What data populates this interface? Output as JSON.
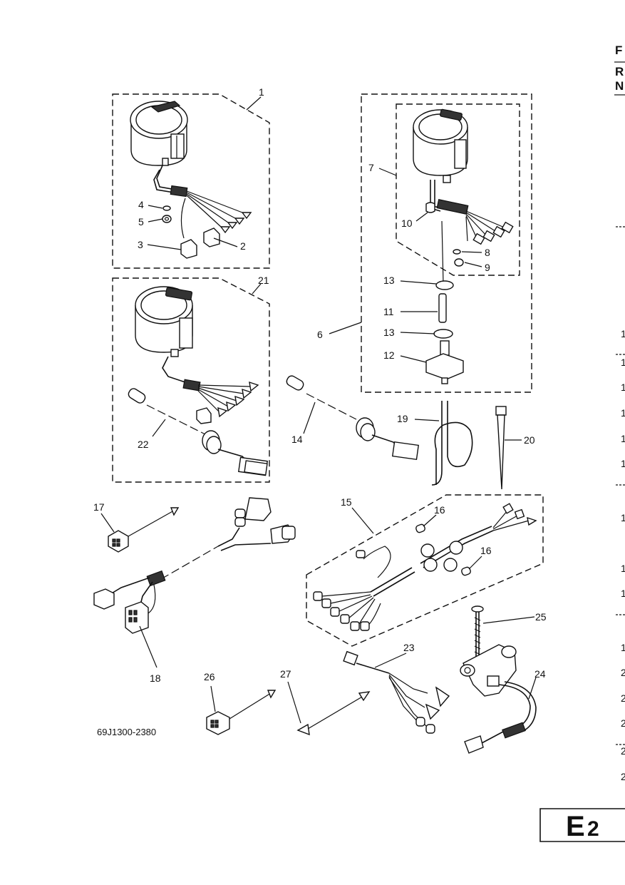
{
  "header": {
    "letters": [
      "F",
      "R",
      "N"
    ]
  },
  "callouts": [
    {
      "id": "c1",
      "text": "1"
    },
    {
      "id": "c2",
      "text": "2"
    },
    {
      "id": "c3",
      "text": "3"
    },
    {
      "id": "c4",
      "text": "4"
    },
    {
      "id": "c5",
      "text": "5"
    },
    {
      "id": "c6",
      "text": "6"
    },
    {
      "id": "c7",
      "text": "7"
    },
    {
      "id": "c8",
      "text": "8"
    },
    {
      "id": "c9",
      "text": "9"
    },
    {
      "id": "c10",
      "text": "10"
    },
    {
      "id": "c11",
      "text": "11"
    },
    {
      "id": "c12",
      "text": "12"
    },
    {
      "id": "c13a",
      "text": "13"
    },
    {
      "id": "c13b",
      "text": "13"
    },
    {
      "id": "c14",
      "text": "14"
    },
    {
      "id": "c15",
      "text": "15"
    },
    {
      "id": "c16a",
      "text": "16"
    },
    {
      "id": "c16b",
      "text": "16"
    },
    {
      "id": "c17",
      "text": "17"
    },
    {
      "id": "c18",
      "text": "18"
    },
    {
      "id": "c19",
      "text": "19"
    },
    {
      "id": "c20",
      "text": "20"
    },
    {
      "id": "c21",
      "text": "21"
    },
    {
      "id": "c22",
      "text": "22"
    },
    {
      "id": "c23",
      "text": "23"
    },
    {
      "id": "c24",
      "text": "24"
    },
    {
      "id": "c25",
      "text": "25"
    },
    {
      "id": "c26",
      "text": "26"
    },
    {
      "id": "c27",
      "text": "27"
    }
  ],
  "drawing_ref": "69J1300-2380",
  "right_edge_numbers": [
    "1",
    "1",
    "1",
    "1",
    "1",
    "1",
    "1",
    "1",
    "1",
    "1",
    "2",
    "2",
    "2",
    "2",
    "2"
  ],
  "page_badge": {
    "letter": "E",
    "number": "2"
  },
  "colors": {
    "ink": "#111111",
    "paper": "#ffffff"
  }
}
